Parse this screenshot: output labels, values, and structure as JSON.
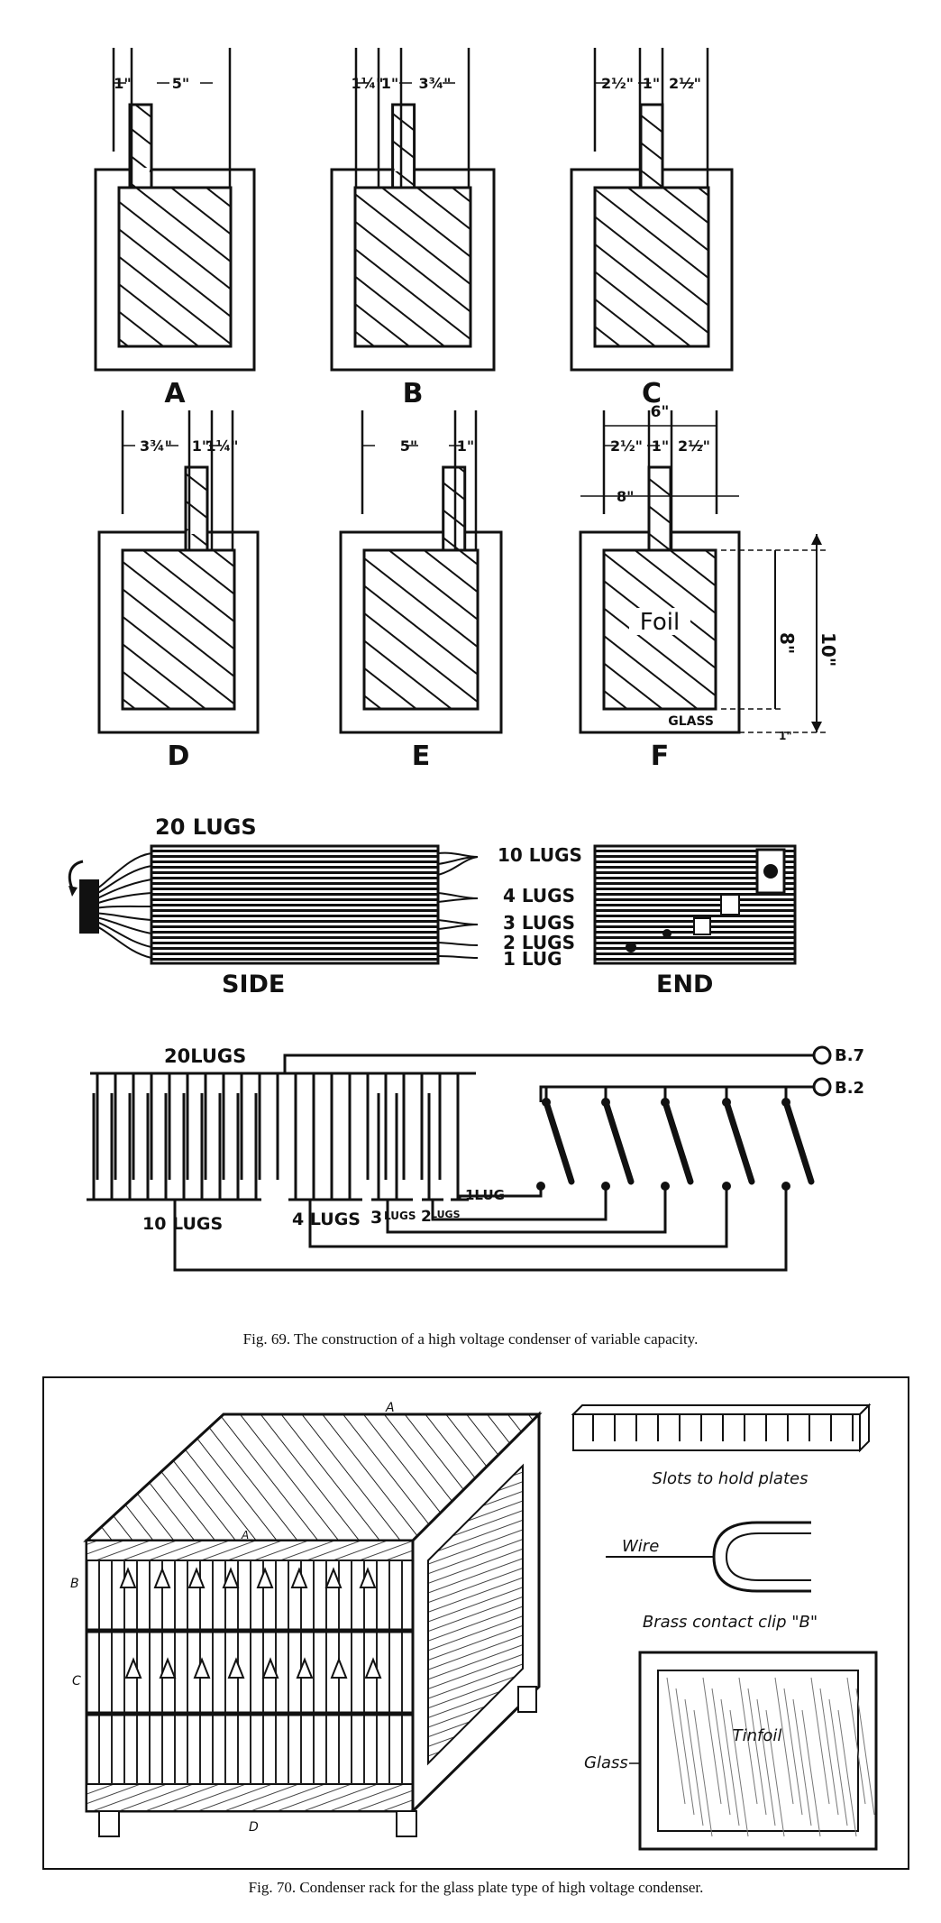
{
  "plates": [
    {
      "letter": "A",
      "dims": [
        "1\"",
        "5\""
      ]
    },
    {
      "letter": "B",
      "dims": [
        "1¼\"",
        "1\"",
        "3¾\""
      ]
    },
    {
      "letter": "C",
      "dims": [
        "2½\"",
        "1\"",
        "2½\""
      ]
    },
    {
      "letter": "D",
      "dims": [
        "3¾\"",
        "1\"",
        "1¼\""
      ]
    },
    {
      "letter": "E",
      "dims": [
        "5\"",
        "1\""
      ]
    },
    {
      "letter": "F",
      "dims": [
        "6\"",
        "2½\"",
        "1\"",
        "2½\"",
        "8\"",
        "8\"",
        "10\"",
        "1\""
      ],
      "foil_label": "Foil",
      "glass_label": "GLASS"
    }
  ],
  "side_view": {
    "label_top": "20 LUGS",
    "lug_labels": [
      "10 LUGS",
      "4 LUGS",
      "3 LUGS",
      "2 LUGS",
      "1 LUG"
    ],
    "side_label": "SIDE",
    "end_label": "END"
  },
  "circuit": {
    "top_label": "20LUGS",
    "bottom_labels": [
      "10 LUGS",
      "4 LUGS",
      "3",
      "LUGS",
      "2",
      "LUGS",
      "1LUG"
    ],
    "terminal_labels": [
      "B.7",
      "B.2"
    ]
  },
  "fig69_caption": "Fig. 69.   The construction of a high voltage condenser of variable capacity.",
  "fig70": {
    "letters": {
      "a": "A",
      "b": "B",
      "c": "C",
      "d": "D"
    },
    "slots_caption": "Slots to hold plates",
    "wire_label": "Wire",
    "clip_caption": "Brass contact clip \"B\"",
    "glass_label": "Glass",
    "tinfoil_label": "Tinfoil",
    "caption": "Fig. 70.   Condenser rack for the glass plate type of high voltage condenser."
  }
}
